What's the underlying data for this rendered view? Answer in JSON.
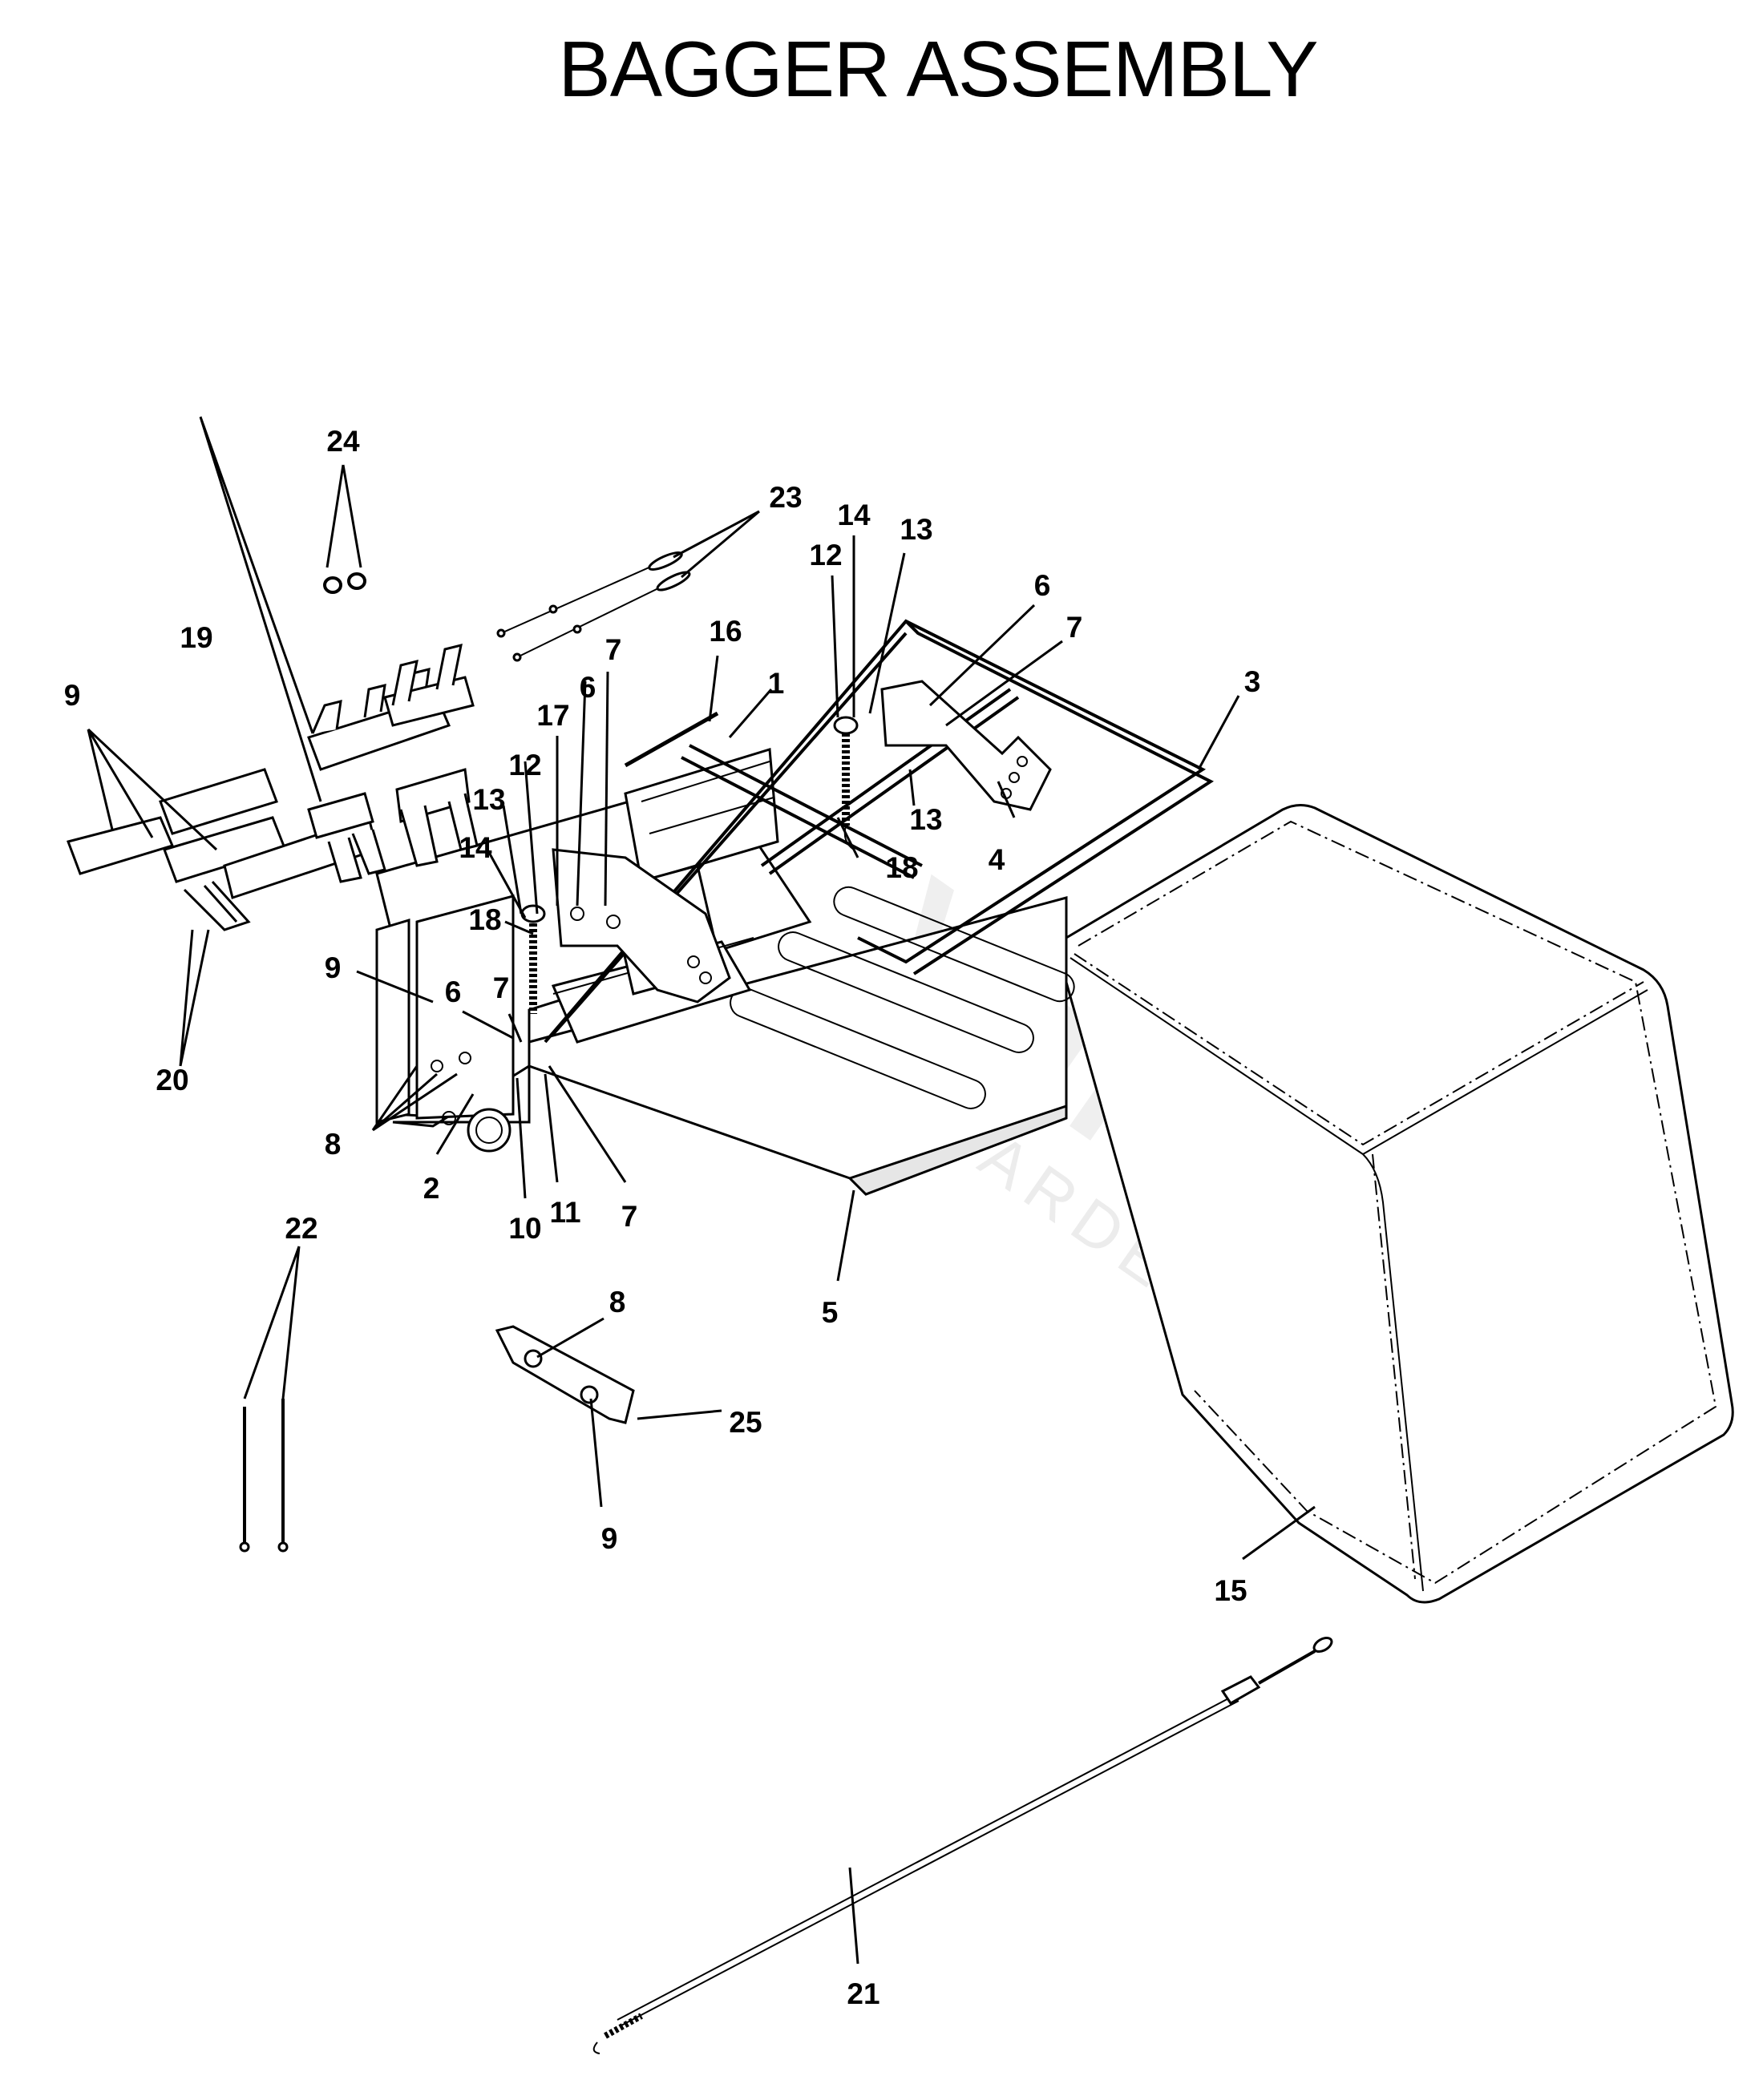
{
  "title": "BAGGER ASSEMBLY",
  "watermark": {
    "main": "Vrtiček",
    "sub": "GARDEN"
  },
  "callouts": [
    {
      "id": "c24",
      "text": "24"
    },
    {
      "id": "c23",
      "text": "23"
    },
    {
      "id": "c14a",
      "text": "14"
    },
    {
      "id": "c13a",
      "text": "13"
    },
    {
      "id": "c12a",
      "text": "12"
    },
    {
      "id": "c6a",
      "text": "6"
    },
    {
      "id": "c7a",
      "text": "7"
    },
    {
      "id": "c19",
      "text": "19"
    },
    {
      "id": "c16",
      "text": "16"
    },
    {
      "id": "c3",
      "text": "3"
    },
    {
      "id": "c9a",
      "text": "9"
    },
    {
      "id": "c7b",
      "text": "7"
    },
    {
      "id": "c1",
      "text": "1"
    },
    {
      "id": "c6b",
      "text": "6"
    },
    {
      "id": "c17",
      "text": "17"
    },
    {
      "id": "c12b",
      "text": "12"
    },
    {
      "id": "c13b",
      "text": "13"
    },
    {
      "id": "c14b",
      "text": "14"
    },
    {
      "id": "c4",
      "text": "4"
    },
    {
      "id": "c18a",
      "text": "18"
    },
    {
      "id": "c13c",
      "text": "13"
    },
    {
      "id": "c18b",
      "text": "18"
    },
    {
      "id": "c9b",
      "text": "9"
    },
    {
      "id": "c6c",
      "text": "6"
    },
    {
      "id": "c7c",
      "text": "7"
    },
    {
      "id": "c20",
      "text": "20"
    },
    {
      "id": "c8a",
      "text": "8"
    },
    {
      "id": "c2",
      "text": "2"
    },
    {
      "id": "c11",
      "text": "11"
    },
    {
      "id": "c10",
      "text": "10"
    },
    {
      "id": "c7d",
      "text": "7"
    },
    {
      "id": "c22",
      "text": "22"
    },
    {
      "id": "c5",
      "text": "5"
    },
    {
      "id": "c8b",
      "text": "8"
    },
    {
      "id": "c25",
      "text": "25"
    },
    {
      "id": "c9c",
      "text": "9"
    },
    {
      "id": "c15",
      "text": "15"
    },
    {
      "id": "c21",
      "text": "21"
    }
  ]
}
